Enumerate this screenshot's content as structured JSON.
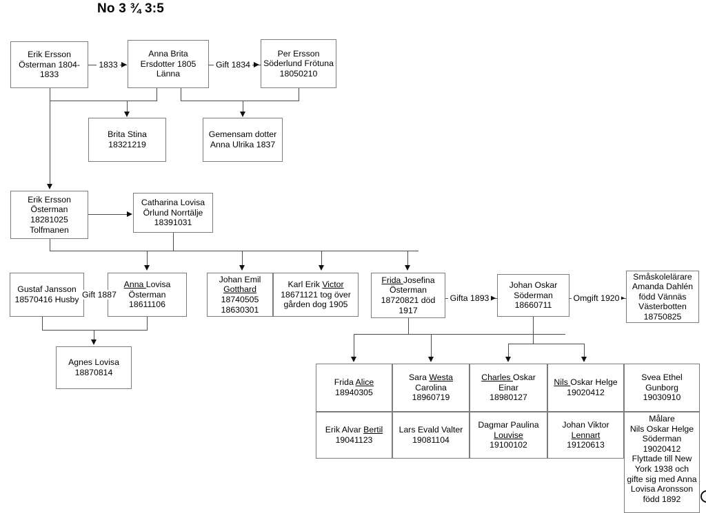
{
  "chart": {
    "title": "No 3 ¾ 3:5",
    "type": "genealogy-family-tree",
    "language": "Swedish"
  },
  "nodes": {
    "erik_ersson_1804": {
      "lines": [
        "Erik Ersson",
        "Österman 1804-",
        "1833"
      ],
      "name": "Erik Ersson Österman",
      "dates": "1804-1833"
    },
    "anna_brita": {
      "lines": [
        "Anna Brita",
        "Ersdotter 1805",
        "Länna"
      ],
      "name": "Anna Brita Ersdotter",
      "dates": "1805",
      "place": "Länna"
    },
    "per_ersson": {
      "lines": [
        "Per Ersson",
        "Söderlund Frötuna",
        "18050210"
      ],
      "name": "Per Ersson Söderlund",
      "place": "Frötuna",
      "dates": "18050210"
    },
    "brita_stina": {
      "lines": [
        "Brita Stina",
        "18321219"
      ],
      "name": "Brita Stina",
      "dates": "18321219"
    },
    "gemensam_dotter": {
      "lines": [
        "Gemensam dotter",
        "Anna Ulrika 1837"
      ],
      "name": "Anna Ulrika",
      "dates": "1837"
    },
    "erik_ersson_1828": {
      "lines": [
        "Erik Ersson",
        "Österman",
        "18281025",
        "Tolfmanen"
      ],
      "name": "Erik Ersson Österman",
      "dates": "18281025",
      "title": "Tolfmanen"
    },
    "catharina_lovisa": {
      "lines": [
        "Catharina Lovisa",
        "Örlund Norrtälje",
        "18391031"
      ],
      "name": "Catharina Lovisa Örlund",
      "place": "Norrtälje",
      "dates": "18391031"
    },
    "gustaf_jansson": {
      "lines": [
        "Gustaf Jansson",
        "18570416 Husby"
      ],
      "name": "Gustaf Jansson",
      "dates": "18570416",
      "place": "Husby"
    },
    "anna_lovisa": {
      "html": "<u>Anna </u>Lovisa<br>Österman<br>18611106",
      "name": "Anna Lovisa Österman",
      "dates": "18611106"
    },
    "agnes_lovisa": {
      "lines": [
        "Agnes Lovisa",
        "18870814"
      ],
      "name": "Agnes Lovisa",
      "dates": "18870814"
    },
    "johan_emil": {
      "html": "Johan Emil<br><u>Gotthard</u><br>18740505<br>18630301",
      "name": "Johan Emil Gotthard",
      "dates": "18740505 18630301"
    },
    "karl_erik_victor": {
      "html": "Karl Erik <u>Victor</u><br>18671121 tog över<br>gården dog 1905",
      "name": "Karl Erik Victor",
      "dates": "18671121",
      "note": "tog över gården dog 1905"
    },
    "frida_josefina": {
      "html": "<u>Frida </u>Josefina<br>Österman<br>18720821 död<br>1917",
      "name": "Frida Josefina Österman",
      "dates": "18720821 död 1917"
    },
    "johan_oskar": {
      "lines": [
        "Johan Oskar",
        "Söderman",
        "18660711"
      ],
      "name": "Johan Oskar Söderman",
      "dates": "18660711"
    },
    "amanda_dahlen": {
      "lines": [
        "Småskolelärare",
        "Amanda Dahlén",
        "född Vännäs",
        "Västerbotten",
        "18750825"
      ],
      "occupation": "Småskolelärare",
      "name": "Amanda Dahlén",
      "place": "född Vännäs Västerbotten",
      "dates": "18750825"
    }
  },
  "edge_labels": {
    "e1833": "1833",
    "gift_1834": "Gift 1834",
    "gift_1887": "Gift 1887",
    "gifta_1893": "Gifta 1893",
    "omgift_1920": "Omgift 1920"
  },
  "children_table": {
    "rows": [
      [
        {
          "html": "Frida <u>Alice</u><br>18940305",
          "name": "Frida Alice",
          "dates": "18940305"
        },
        {
          "html": "Sara <u>Westa</u><br>Carolina<br>18960719",
          "name": "Sara Westa Carolina",
          "dates": "18960719"
        },
        {
          "html": "<u>Charles </u>Oskar<br>Einar<br>18980127",
          "name": "Charles Oskar Einar",
          "dates": "18980127"
        },
        {
          "html": "<u>Nils </u>Oskar Helge<br>19020412",
          "name": "Nils Oskar Helge",
          "dates": "19020412"
        },
        {
          "html": "Svea Ethel<br>Gunborg<br>19030910",
          "name": "Svea Ethel Gunborg",
          "dates": "19030910"
        }
      ],
      [
        {
          "html": "Erik Alvar <u>Bertil</u><br>19041123",
          "name": "Erik Alvar Bertil",
          "dates": "19041123"
        },
        {
          "html": "Lars Evald Valter<br>19081104",
          "name": "Lars Evald Valter",
          "dates": "19081104"
        },
        {
          "html": "Dagmar Paulina<br><u>Louvise</u><br>19100102",
          "name": "Dagmar Paulina Louvise",
          "dates": "19100102"
        },
        {
          "html": "Johan Viktor<br><u>Lennart</u><br>19120613",
          "name": "Johan Viktor Lennart",
          "dates": "19120613"
        },
        {
          "html": "Målare<br>Nils Oskar Helge<br>Söderman<br>19020412<br>Flyttade till New<br>York 1938 och<br>gifte sig med Anna<br>Lovisa Aronsson<br>född 1892",
          "name": "Nils Oskar Helge Söderman",
          "occupation": "Målare",
          "dates": "19020412",
          "note": "Flyttade till New York 1938 och gifte sig med Anna Lovisa Aronsson född 1892"
        }
      ]
    ]
  },
  "colors": {
    "box_border": "#7b7b7b",
    "line": "#4a4a4a",
    "arrow": "#111111",
    "text": "#000000",
    "background": "#ffffff"
  }
}
